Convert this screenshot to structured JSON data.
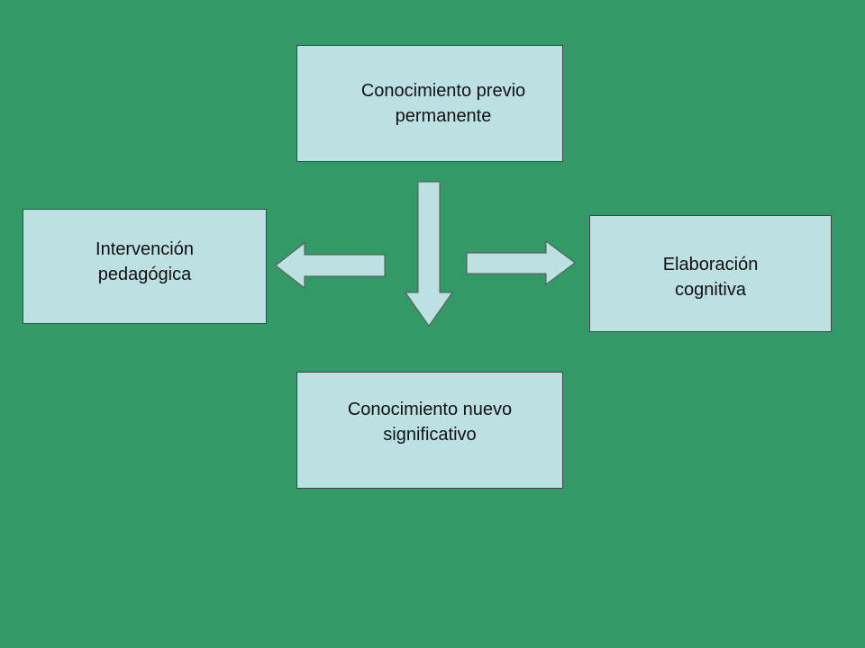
{
  "diagram": {
    "colors": {
      "background": "#339966",
      "node_fill": "#bde0e3",
      "arrow_fill": "#bde0e3",
      "arrow_stroke": "#555555"
    },
    "nodes": {
      "previo": {
        "line1": "Conocimiento previo",
        "line2": "permanente"
      },
      "intervencion": {
        "line1": "Intervención",
        "line2": "pedagógica"
      },
      "elaboracion": {
        "line1": "Elaboración",
        "line2": "cognitiva"
      },
      "nuevo": {
        "line1": "Conocimiento nuevo",
        "line2": "significativo"
      }
    },
    "arrows": [
      {
        "from": "previo",
        "to": "nuevo",
        "direction": "down"
      },
      {
        "from": "center",
        "to": "intervencion",
        "direction": "left"
      },
      {
        "from": "center",
        "to": "elaboracion",
        "direction": "right"
      }
    ]
  }
}
